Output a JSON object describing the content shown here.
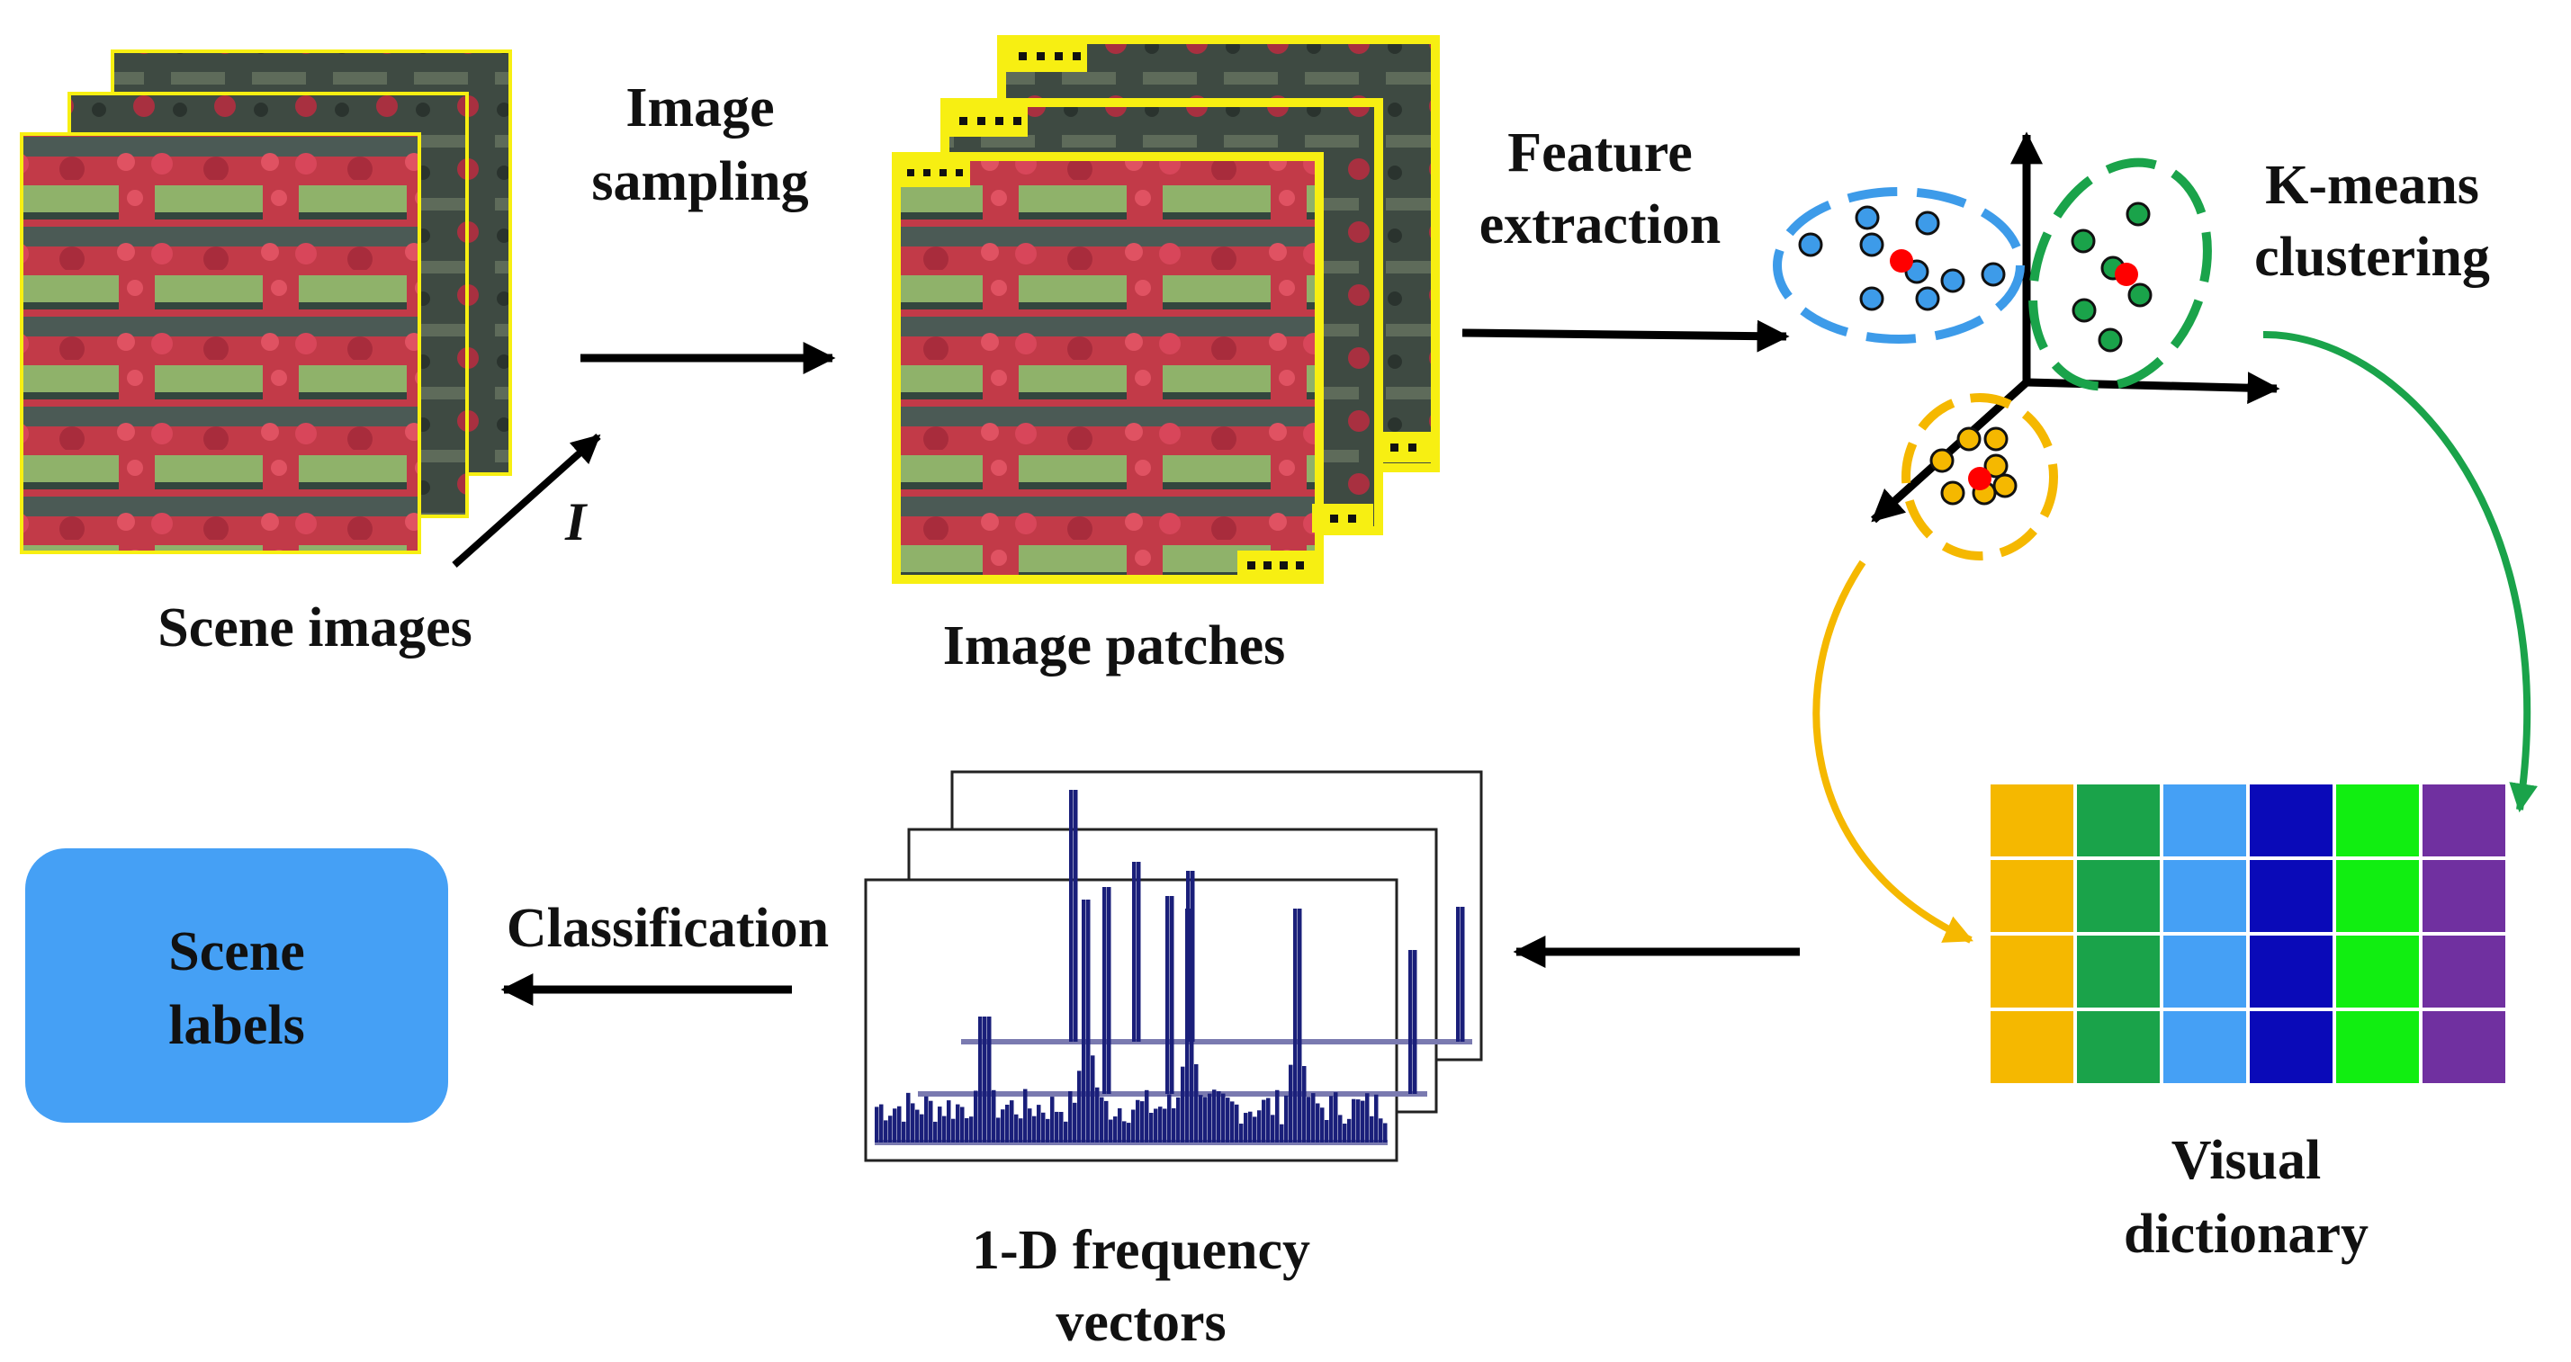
{
  "labels": {
    "scene_images": "Scene images",
    "image_sampling_line1": "Image",
    "image_sampling_line2": "sampling",
    "stack_axis": "I",
    "image_patches": "Image patches",
    "feature_extraction_line1": "Feature",
    "feature_extraction_line2": "extraction",
    "kmeans_line1": "K-means",
    "kmeans_line2": "clustering",
    "visual_dictionary_line1": "Visual",
    "visual_dictionary_line2": "dictionary",
    "frequency_line1": "1-D frequency",
    "frequency_line2": "vectors",
    "classification": "Classification",
    "scene_labels_line1": "Scene",
    "scene_labels_line2": "labels"
  },
  "colors": {
    "patch_border": "#f7ef12",
    "cluster_blue": "#3d9be9",
    "cluster_green": "#1aa34a",
    "cluster_orange": "#f5b800",
    "centroid": "#ff0000",
    "histogram_bar": "#1a1f7a",
    "scene_labels_box": "#45a0f5",
    "dictionary": [
      "#f5b800",
      "#1aa34a",
      "#45a0f5",
      "#0a0ab8",
      "#11ee11",
      "#7030a0"
    ]
  },
  "dictionary": {
    "columns": 6,
    "rows": 4
  }
}
